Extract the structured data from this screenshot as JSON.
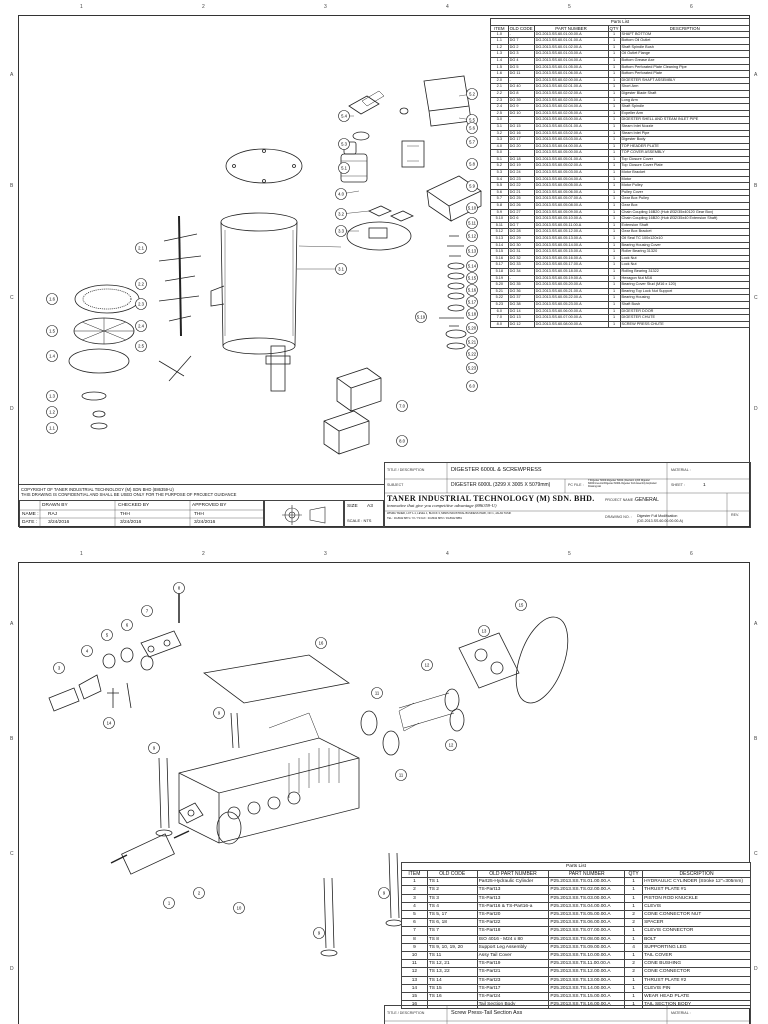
{
  "zones": {
    "cols": [
      "1",
      "2",
      "3",
      "4",
      "5",
      "6"
    ],
    "rows": [
      "A",
      "B",
      "C",
      "D"
    ]
  },
  "sheet1": {
    "parts_list": {
      "caption": "Parts List",
      "headers": [
        "ITEM",
        "OLD CODE",
        "PART NUMBER",
        "QTY",
        "DESCRIPTION"
      ],
      "rows": [
        [
          "1.0",
          "-",
          "DG.2013.SS.60.01.00.00.A",
          "1",
          "SHAFT BOTTOM"
        ],
        [
          "1.1",
          "DG 7",
          "DG.2013.SS.60.01.01.00.A",
          "1",
          "Bottom Oil Outlet"
        ],
        [
          "1.2",
          "DG 2",
          "DG.2013.SS.60.01.02.00.A",
          "1",
          "Shaft Spindle Bush"
        ],
        [
          "1.3",
          "DG 3",
          "DG.2013.SS.60.01.03.00.A",
          "1",
          "Oil Outlet Flange"
        ],
        [
          "1.4",
          "DG 4",
          "DG.2013.SS.60.01.04.00.A",
          "1",
          "Bottom Grease Axe"
        ],
        [
          "1.5",
          "DG 5",
          "DG.2013.SS.60.01.05.00.A",
          "1",
          "Bottom Perforated Plate Cleaning Pipe"
        ],
        [
          "1.6",
          "DG 11",
          "DG.2013.SS.60.01.06.00.A",
          "1",
          "Bottom Perforated Plate"
        ],
        [
          "2.0",
          "-",
          "DG.2013.SS.60.02.00.00.A",
          "1",
          "DIGESTER SHAFT ASSEMBLY"
        ],
        [
          "2.1",
          "DG 40",
          "DG.2013.SS.60.02.01.00.A",
          "1",
          "Short Arm"
        ],
        [
          "2.2",
          "DG 8",
          "DG.2013.SS.60.02.02.00.A",
          "1",
          "Digester Blade Shaft"
        ],
        [
          "2.3",
          "DG 39",
          "DG.2013.SS.60.02.03.00.A",
          "1",
          "Long Arm"
        ],
        [
          "2.4",
          "DG 9",
          "DG.2013.SS.60.02.04.00.A",
          "1",
          "Shaft Spindle"
        ],
        [
          "2.5",
          "DG 10",
          "DG.2013.SS.60.02.05.00.A",
          "1",
          "Expeller Arm"
        ],
        [
          "3.0",
          "-",
          "DG.2013.SS.60.03.00.00.A",
          "1",
          "DIGESTER SHELL AND STEAM INLET PIPE"
        ],
        [
          "3.1",
          "DG 15",
          "DG.2013.SS.60.03.01.00.A",
          "1",
          "Steam Inlet Nozzle"
        ],
        [
          "3.2",
          "DG 16",
          "DG.2013.SS.60.03.02.00.A",
          "1",
          "Steam Inlet Pipe"
        ],
        [
          "3.3",
          "DG 17",
          "DG.2013.SS.60.03.03.00.A",
          "1",
          "Digester Body"
        ],
        [
          "4.0",
          "DG 20",
          "DG.2013.SS.60.04.00.00.A",
          "1",
          "TOP HEADER PLATE"
        ],
        [
          "5.0",
          "-",
          "DG.2013.SS.60.05.00.00.A",
          "1",
          "TOP COVER ASSEMBLY"
        ],
        [
          "5.1",
          "DG 18",
          "DG.2013.SS.60.05.01.00.A",
          "1",
          "Top Closure Cover"
        ],
        [
          "5.2",
          "DG 19",
          "DG.2013.SS.60.05.02.00.A",
          "1",
          "Top Closure Cover Plate"
        ],
        [
          "5.3",
          "DG 24",
          "DG.2013.SS.60.05.03.00.A",
          "1",
          "Motor Bracket"
        ],
        [
          "5.4",
          "DG 23",
          "DG.2013.SS.60.05.04.00.A",
          "1",
          "Motor"
        ],
        [
          "5.5",
          "DG 22",
          "DG.2013.SS.60.05.05.00.A",
          "1",
          "Motor Pulley"
        ],
        [
          "5.6",
          "DG 21",
          "DG.2013.SS.60.05.06.00.A",
          "1",
          "Pulley Cover"
        ],
        [
          "5.7",
          "DG 25",
          "DG.2013.SS.60.05.07.00.A",
          "1",
          "Gear Box Pulley"
        ],
        [
          "5.8",
          "DG 26",
          "DG.2013.SS.60.05.08.00.A",
          "1",
          "Gear Box"
        ],
        [
          "5.9",
          "DG 27",
          "DG.2013.SS.60.05.09.00.A",
          "1",
          "Chain Coupling 16B20 (Hub Ø32/35x40120 Gear Box)"
        ],
        [
          "5.10",
          "DG 6",
          "DG.2013.SS.60.05.10.00.A",
          "1",
          "Chain Coupling 16B20 (Hub Ø32/35x40 Extension Shaft)"
        ],
        [
          "5.11",
          "DG 7",
          "DG.2013.SS.60.05.11.00.A",
          "1",
          "Extension Shaft"
        ],
        [
          "5.12",
          "DG 28",
          "DG.2013.SS.60.05.12.00.A",
          "1",
          "Gear Box Bracket"
        ],
        [
          "5.13",
          "DG 29",
          "DG.2013.SS.60.05.13.00.A",
          "1",
          "Oil Seal TC 100x120x10"
        ],
        [
          "5.14",
          "DG 30",
          "DG.2013.SS.60.05.14.00.A",
          "1",
          "Bearing Housing Cover"
        ],
        [
          "5.15",
          "DG 31",
          "DG.2013.SS.60.05.15.00.A",
          "1",
          "Roller Bearing 31320"
        ],
        [
          "5.16",
          "DG 32",
          "DG.2013.SS.60.05.16.00.A",
          "1",
          "Lock Nut"
        ],
        [
          "5.17",
          "DG 33",
          "DG.2013.SS.60.05.17.00.A",
          "1",
          "Lock Nut"
        ],
        [
          "5.18",
          "DG 34",
          "DG.2013.SS.60.05.18.00.A",
          "1",
          "Rolling Bearing 31322"
        ],
        [
          "5.19",
          "-",
          "DG.2013.SS.60.05.19.00.A",
          "1",
          "Hexagon Nut M16"
        ],
        [
          "5.20",
          "DG 35",
          "DG.2013.SS.60.05.20.00.A",
          "1",
          "Bearing Cover Stud (M16 x 120)"
        ],
        [
          "5.21",
          "DG 36",
          "DG.2013.SS.60.05.21.00.A",
          "1",
          "Bearing Top Lock Nut Support"
        ],
        [
          "5.22",
          "DG 37",
          "DG.2013.SS.60.05.22.00.A",
          "1",
          "Bearing Housing"
        ],
        [
          "5.23",
          "DG 38",
          "DG.2013.SS.60.05.23.00.A",
          "1",
          "Shaft Bush"
        ],
        [
          "6.0",
          "DG 14",
          "DG.2013.SS.60.06.00.00.A",
          "1",
          "DIGESTER DOOR"
        ],
        [
          "7.0",
          "DG 13",
          "DG.2013.SS.60.07.00.00.A",
          "1",
          "DIGESTER CHUTE"
        ],
        [
          "8.0",
          "DG 12",
          "DG.2013.SS.60.08.00.00.A",
          "1",
          "SCREW PRESS CHUTE"
        ]
      ]
    },
    "balloons": [
      "5.2",
      "5.5",
      "5.4",
      "5.3",
      "5.1",
      "4.0",
      "3.2",
      "3.3",
      "3.1",
      "2.1",
      "2.2",
      "2.3",
      "2.4",
      "2.5",
      "1.6",
      "1.5",
      "1.4",
      "1.3",
      "1.2",
      "1.1",
      "5.6",
      "5.7",
      "5.8",
      "5.9",
      "5.10",
      "5.11",
      "5.12",
      "5.13",
      "5.14",
      "5.15",
      "5.16",
      "5.17",
      "5.18",
      "5.19",
      "5.20",
      "5.21",
      "5.22",
      "5.23",
      "6.0",
      "7.0",
      "8.0"
    ],
    "copyright_line1": "COPYRIGHT OF TANER INDUSTRIAL TECHNOLOGY (M) SDN BHD (886359-U)",
    "copyright_line2": "THIS DRAWING IS CONFIDENTIAL AND SHALL BE USED ONLY FOR THE PURPOSE OF PROJECT GUIDANCE",
    "sign_headers": [
      "DRAWN BY",
      "CHECKED BY",
      "APPROVED BY"
    ],
    "name_label": "NAME :",
    "date_label": "DATE :",
    "names": [
      "RAJ",
      "THH",
      "THH"
    ],
    "dates": [
      "3/24/2016",
      "3/24/2016",
      "3/24/2016"
    ],
    "size_label": "SIZE",
    "size_value": "A3",
    "scale_label": "SCALE : NTS",
    "title_label": "TITLE / DESCRIPTION",
    "title_value": "DIGESTER 6000L & SCREWPRESS",
    "subject_label": "SUBJECT",
    "subject_value": "DIGESTER 6000L (3299 X 3005 X 5079mm)",
    "pcfile_label": "PC FILE :",
    "pcfile_value": "T:\\Digester 6000L\\Digester 6000L (Revision 1)\\03 Digester 6000L\\Inventor\\Digester 6000L Digester Full Assembly Exploded Drawing.idw",
    "material_label": "MATERIAL :",
    "sheet_label": "SHEET :",
    "sheet_value": "1",
    "company_name": "TANER INDUSTRIAL TECHNOLOGY (M) SDN. BHD.",
    "company_reg": "(886359-U)",
    "company_tagline": "innovative that give you competitive advantage",
    "company_address": "WISMA TANER, LOT 1-1, LEVEL 1, BLOCK 3, MIMIS INDUSTRIAL BUSINESS PARK, NO 1, JALAN TASIK",
    "company_contact": "TEL : 03-8942 8871 / 72 / 73        FAX : 03-8942 8872 / 03-8942 8881",
    "project_label": "PROJECT NAME :",
    "project_value": "GENERAL",
    "drawing_no_label": "DRAWING NO. :",
    "drawing_no_value": "Digester Full Modification",
    "drawing_no_code": "(DG.2013.SS.60.00.00.00.A)",
    "rev_label": "REV."
  },
  "sheet2": {
    "parts_list": {
      "caption": "Parts List",
      "headers": [
        "ITEM",
        "OLD CODE",
        "OLD PART NUMBER",
        "PART NUMBER",
        "QTY",
        "DESCRIPTION"
      ],
      "rows": [
        [
          "1",
          "TS 1",
          "Part25-Hydraulic Cylinder",
          "P25.2013.SS.TS.01.00.00.A",
          "1",
          "HYDRAULIC CYLINDER (Stroke 12\"=305mm)"
        ],
        [
          "2",
          "TS 2",
          "TS-Part13",
          "P25.2013.SS.TS.02.00.00.A",
          "1",
          "THRUST PLATE #1"
        ],
        [
          "3",
          "TS 3",
          "TS-Part13",
          "P25.2013.SS.TS.03.00.00.A",
          "1",
          "PISTON ROD KNUCKLE"
        ],
        [
          "4",
          "TS 4",
          "TS-Part16 & TS-Part16-a",
          "P25.2013.SS.TS.04.00.00.A",
          "1",
          "CLEVIS"
        ],
        [
          "5",
          "TS 5, 17",
          "TS-Part20",
          "P25.2013.SS.TS.05.00.00.A",
          "2",
          "CONE CONNECTOR NUT"
        ],
        [
          "6",
          "TS 6, 18",
          "TS-Part22",
          "P25.2013.SS.TS.06.00.00.A",
          "2",
          "SPACER"
        ],
        [
          "7",
          "TS 7",
          "TS-Part18",
          "P25.2013.SS.TS.07.00.00.A",
          "1",
          "CLEVIS CONNECTOR"
        ],
        [
          "8",
          "TS 8",
          "ISO 4016 - M24 x 80",
          "P25.2013.SS.TS.08.00.00.A",
          "1",
          "BOLT"
        ],
        [
          "9",
          "TS 9, 10, 19, 20",
          "Support Leg Assembly",
          "P25.2013.SS.TS.09.00.00.A",
          "4",
          "SUPPORTING LEG"
        ],
        [
          "10",
          "TS 11",
          "Assy Tail Cover",
          "P25.2013.SS.TS.10.00.00.A",
          "1",
          "TAIL COVER"
        ],
        [
          "11",
          "TS 12, 21",
          "TS-Part19",
          "P25.2013.SS.TS.11.00.00.A",
          "2",
          "CONE BUSHING"
        ],
        [
          "12",
          "TS 13, 22",
          "TS-Part21",
          "P25.2013.SS.TS.12.00.00.A",
          "2",
          "CONE CONNECTOR"
        ],
        [
          "13",
          "TS 14",
          "TS-Part23",
          "P25.2013.SS.TS.13.00.00.A",
          "1",
          "THRUST PLATE #2"
        ],
        [
          "14",
          "TS 15",
          "TS-Part17",
          "P25.2013.SS.TS.14.00.00.A",
          "1",
          "CLEVIS PIN"
        ],
        [
          "15",
          "TS 16",
          "TS-Part24",
          "P25.2013.SS.TS.15.00.00.A",
          "1",
          "WEAR HEAD PLATE"
        ],
        [
          "16",
          "",
          "Tail Section Body",
          "P25.2013.SS.TS.16.00.00.A",
          "1",
          "TAIL SECTION BODY"
        ]
      ]
    },
    "balloons": [
      "1",
      "2",
      "3",
      "4",
      "5",
      "6",
      "7",
      "8",
      "9",
      "9",
      "9",
      "9",
      "10",
      "11",
      "11",
      "12",
      "12",
      "13",
      "14",
      "15",
      "16"
    ],
    "title_label": "TITLE / DESCRIPTION",
    "title_value": "Screw Press-Tail Section Ass",
    "material_label": "MATERIAL :"
  }
}
